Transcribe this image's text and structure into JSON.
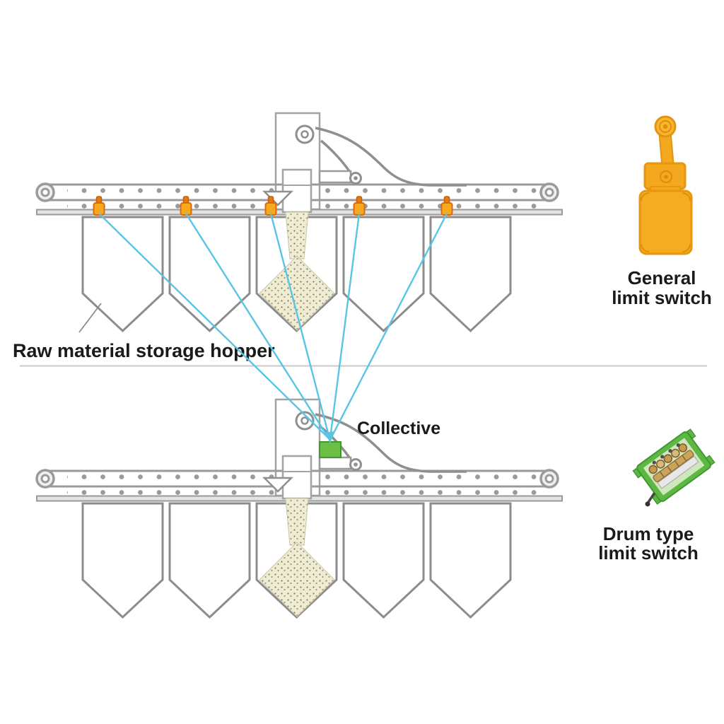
{
  "annotations": {
    "raw_material_label": "Raw material storage hopper",
    "collective_label": "Collective"
  },
  "legend": {
    "general": {
      "line1": "General",
      "line2": "limit switch"
    },
    "drum": {
      "line1": "Drum type",
      "line2": "limit switch"
    }
  },
  "colors": {
    "limit_switch_orange": "#F6A81F",
    "limit_switch_orange_border": "#D96A10",
    "collective_box_green": "#6CBF45",
    "drum_switch_green": "#5CB843",
    "signal_line_blue": "#58C4E6",
    "machine_outline_gray": "#9A9A9A",
    "material_beige": "#EFECD3",
    "divider_gray": "#C9C9C9",
    "text_black": "#1A1A1A"
  },
  "counts": {
    "hoppers_per_conveyor": 5,
    "conveyors": 2,
    "limit_switch_markers": 5,
    "signal_lines": 5
  }
}
